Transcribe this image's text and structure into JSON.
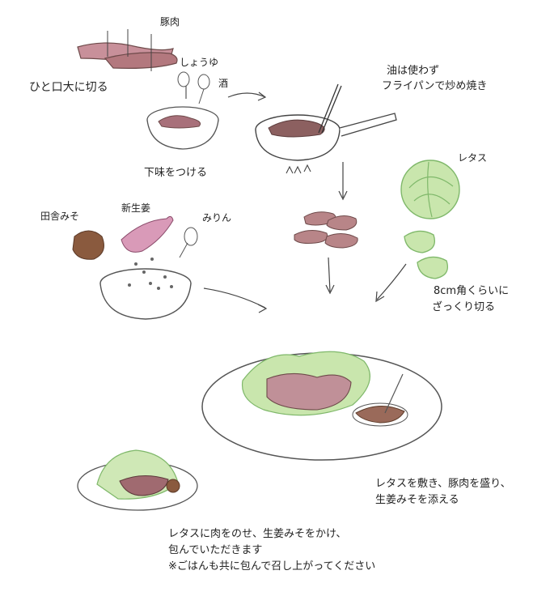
{
  "labels": {
    "pork": "豚肉",
    "cut_pork": "ひと口大に切る",
    "soy_sauce": "しょうゆ",
    "sake": "酒",
    "marinate": "下味をつける",
    "pan_line1": "油は使わず",
    "pan_line2": "フライパンで炒め焼き",
    "lettuce": "レタス",
    "miso": "田舎みそ",
    "ginger": "新生姜",
    "mirin": "みりん",
    "cut_lettuce_line1": "8cm角くらいに",
    "cut_lettuce_line2": "ざっくり切る",
    "plate_line1": "レタスを敷き、豚肉を盛り、",
    "plate_line2": "生姜みそを添える",
    "final_line1": "レタスに肉をのせ、生姜みそをかけ、",
    "final_line2": "包んでいただきます",
    "final_line3": "※ごはんも共に包んで召し上がってください"
  },
  "colors": {
    "pork": "#b58080",
    "pork_dark": "#7d4a45",
    "lettuce": "#bfe0a4",
    "lettuce_dark": "#7fb86a",
    "ginger": "#d98ab0",
    "miso": "#8a5a3e",
    "line": "#555555"
  }
}
